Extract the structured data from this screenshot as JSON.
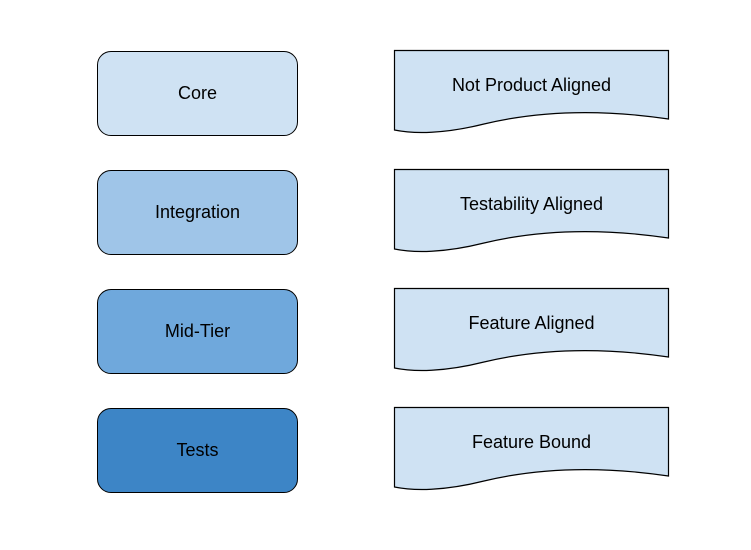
{
  "colors": {
    "core_fill": "#cfe2f3",
    "integration_fill": "#9fc5e8",
    "midtier_fill": "#6fa8dc",
    "tests_fill": "#3d85c6",
    "document_fill": "#cfe2f3",
    "stroke": "#000000"
  },
  "layers": [
    {
      "name": "Core",
      "alignment": "Not Product Aligned"
    },
    {
      "name": "Integration",
      "alignment": "Testability Aligned"
    },
    {
      "name": "Mid-Tier",
      "alignment": "Feature Aligned"
    },
    {
      "name": "Tests",
      "alignment": "Feature Bound"
    }
  ]
}
